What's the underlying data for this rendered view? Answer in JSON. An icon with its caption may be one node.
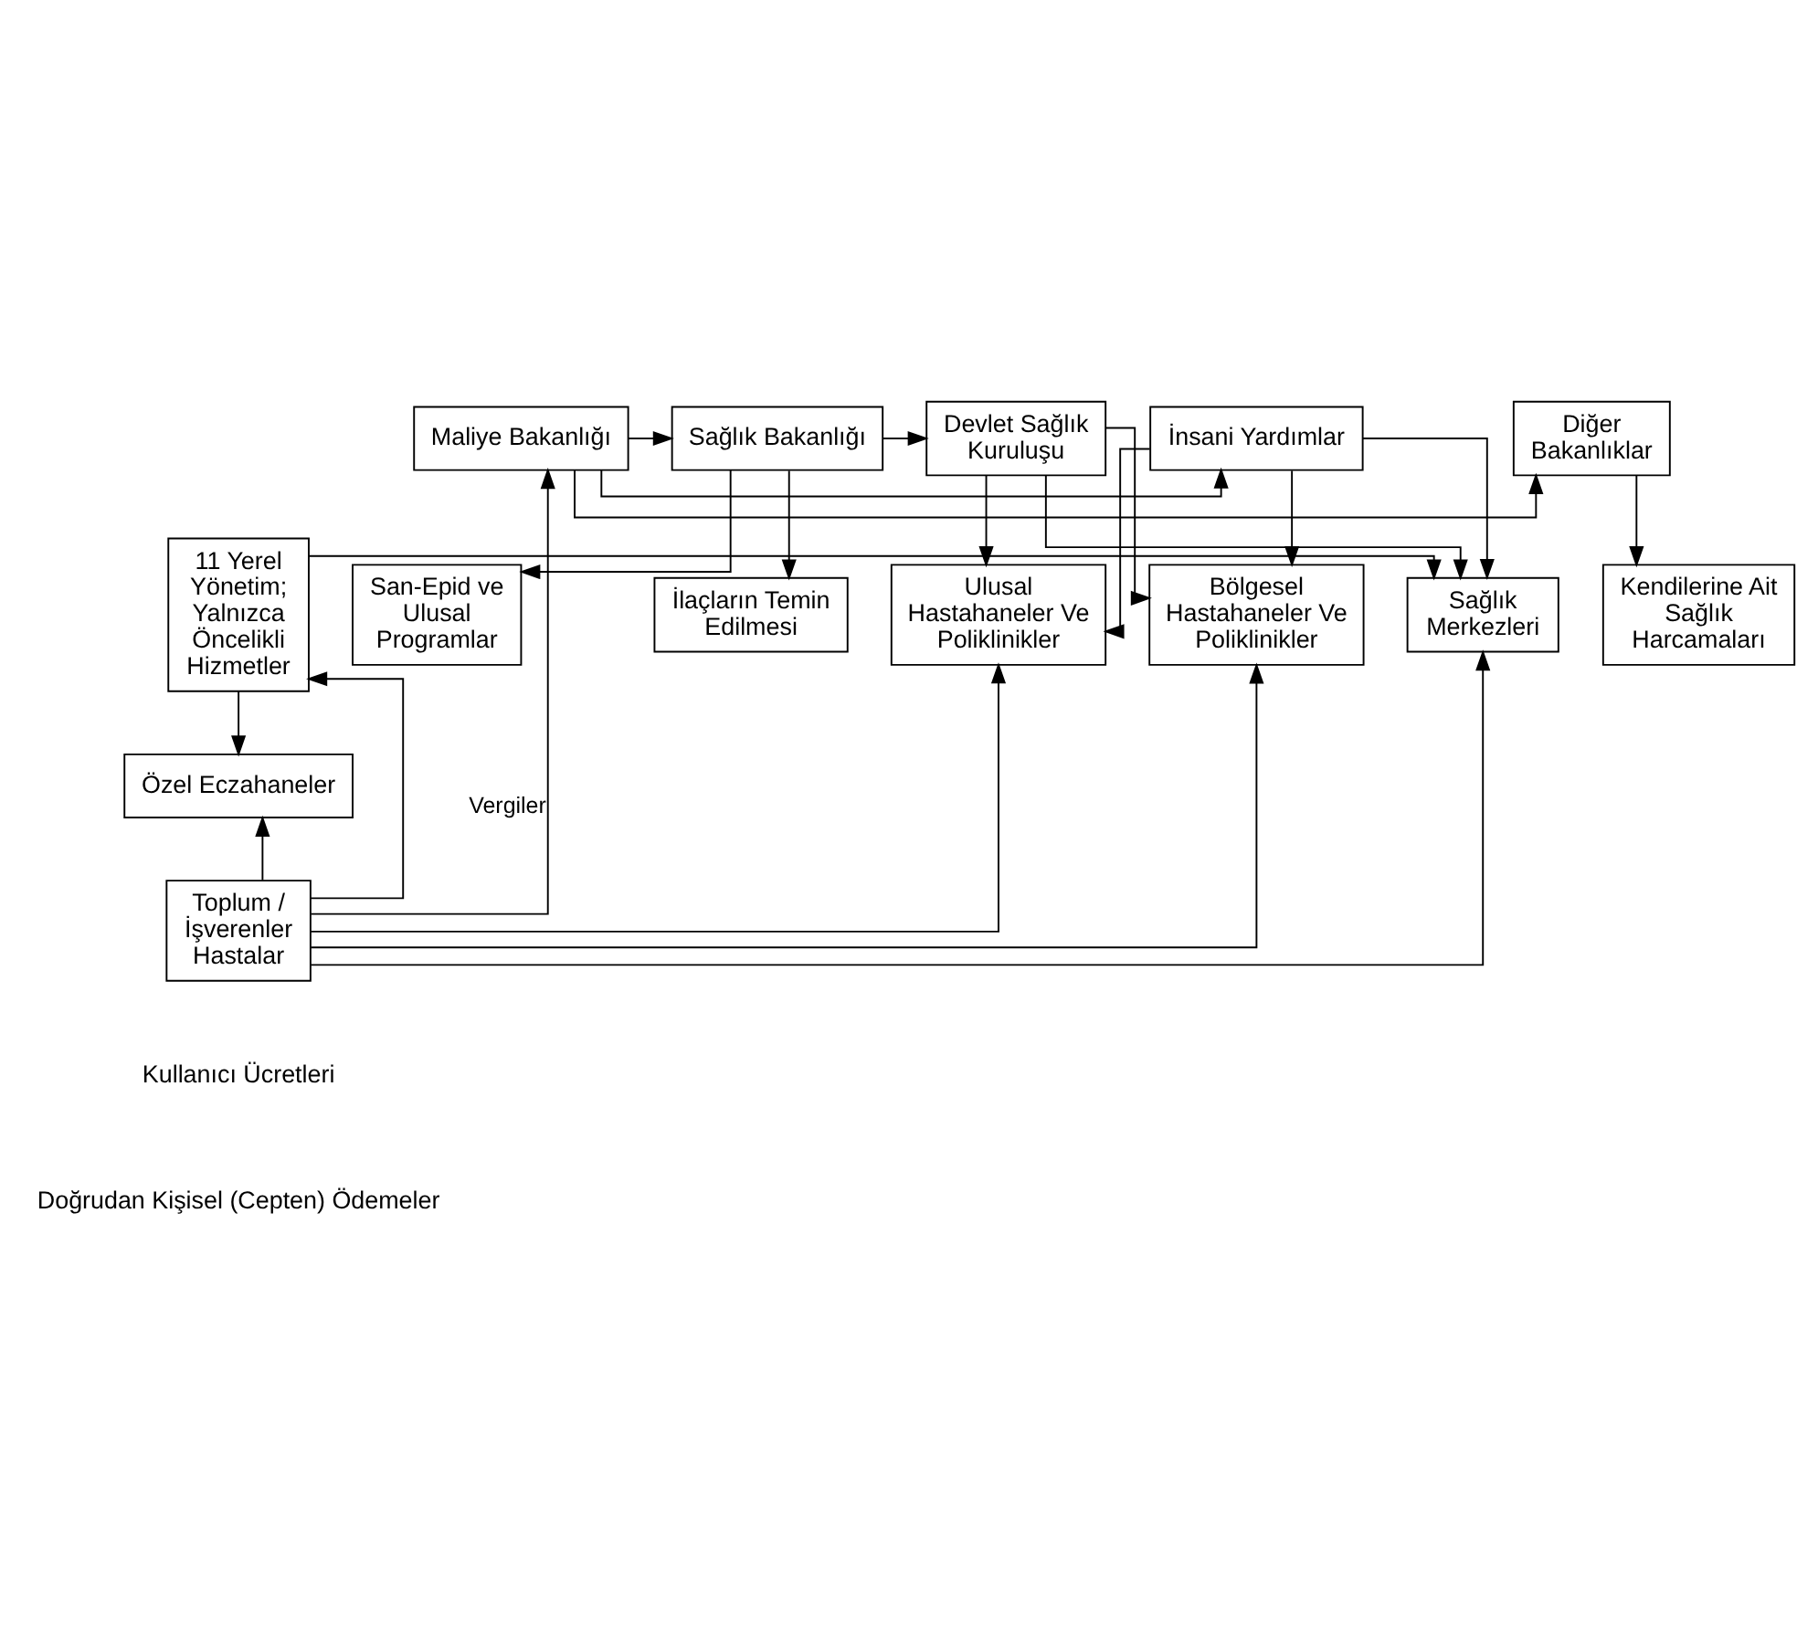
{
  "diagram": {
    "nodes": [
      {
        "text": [
          "Maliye Bakanlığı"
        ]
      },
      {
        "text": [
          "Diğer Bakanlıklar"
        ]
      },
      {
        "text": [
          "Sağlık Bakanlığı"
        ]
      },
      {
        "text": [
          "Devlet Sağlık Kuruluşu"
        ]
      },
      {
        "text": [
          "İnsani Yardımlar"
        ]
      },
      {
        "text": [
          "Kendilerine Ait Sağlık Harcamaları"
        ]
      },
      {
        "text": [
          "San-Epid ve Ulusal Programlar"
        ]
      },
      {
        "text": [
          "Ulusal Hastahaneler Ve Poliklinikler"
        ]
      },
      {
        "text": [
          "İlaçların Temin Edilmesi"
        ]
      },
      {
        "text": [
          "Bölgesel Hastahaneler Ve Poliklinikler"
        ]
      },
      {
        "text": [
          "11 Yerel Yönetim; Yalnızca Öncelikli Hizmetler"
        ]
      },
      {
        "text": [
          "Sağlık Merkezleri"
        ]
      },
      {
        "text": [
          "Özel Eczahaneler"
        ]
      },
      {
        "text": [
          "Toplum / İşverenler",
          "Hastalar"
        ]
      }
    ],
    "edges": [
      {
        "from": 0,
        "to": 1,
        "arrow": "to"
      },
      {
        "from": 0,
        "to": 2,
        "arrow": "to"
      },
      {
        "from": 0,
        "to": 4,
        "arrow": "to"
      },
      {
        "from": 1,
        "to": 5,
        "arrow": "to"
      },
      {
        "from": 2,
        "to": 3,
        "arrow": "to"
      },
      {
        "from": 2,
        "to": 6,
        "arrow": "to"
      },
      {
        "from": 2,
        "to": 8,
        "arrow": "to"
      },
      {
        "from": 3,
        "to": 7,
        "arrow": "to"
      },
      {
        "from": 3,
        "to": 9,
        "arrow": "to"
      },
      {
        "from": 3,
        "to": 11,
        "arrow": "to"
      },
      {
        "from": 10,
        "to": 11,
        "arrow": "to"
      },
      {
        "from": 10,
        "to": 12,
        "arrow": "to"
      },
      {
        "from": 4,
        "to": 7,
        "arrow": "to"
      },
      {
        "from": 4,
        "to": 9,
        "arrow": "to"
      },
      {
        "from": 4,
        "to": 11,
        "arrow": "to"
      },
      {
        "from": 13,
        "to": 0,
        "arrow": "to",
        "label": "Vergiler"
      },
      {
        "from": 13,
        "to": 10,
        "arrow": "to"
      },
      {
        "from": 13,
        "to": 7,
        "arrow": "to"
      },
      {
        "from": 13,
        "to": 9,
        "arrow": "to"
      },
      {
        "from": 13,
        "to": 11,
        "arrow": "to"
      },
      {
        "from": 13,
        "to": 12,
        "arrow": "to"
      }
    ],
    "labels": [
      "Kullanıcı Ücretleri",
      "Doğrudan Kişisel (Cepten) Ödemeler"
    ]
  }
}
